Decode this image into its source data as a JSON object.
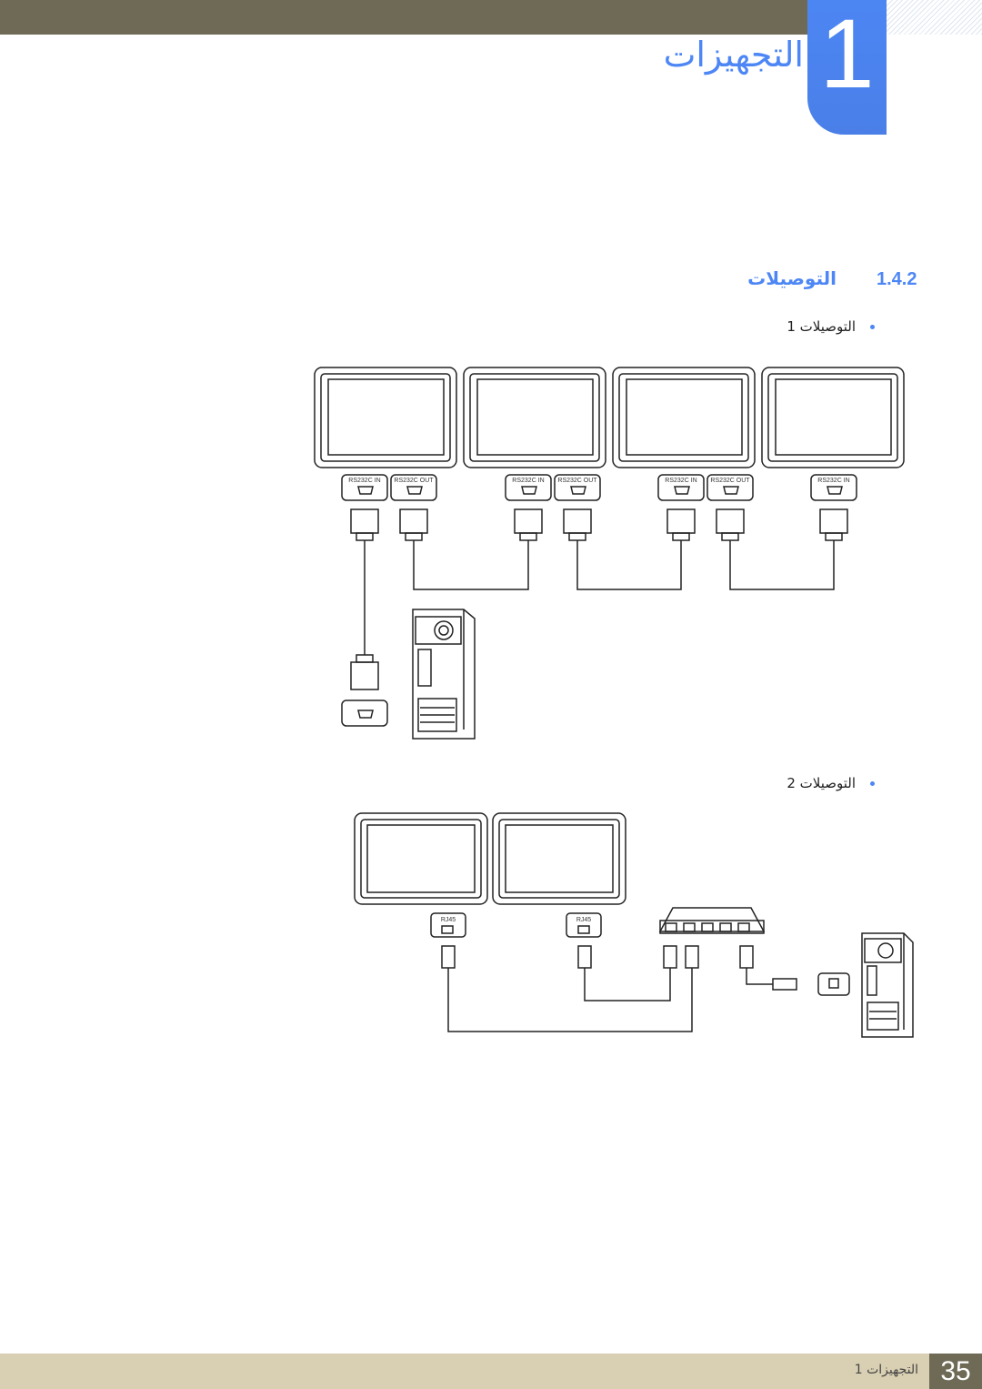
{
  "header": {
    "chapter_number": "1",
    "chapter_title": "التجهيزات"
  },
  "section": {
    "number": "1.4.2",
    "title": "التوصيلات"
  },
  "bullets": [
    "التوصيلات 1",
    "التوصيلات 2"
  ],
  "diagram1": {
    "ports": [
      "RS232C IN",
      "RS232C OUT",
      "RS232C IN",
      "RS232C OUT",
      "RS232C IN",
      "RS232C OUT",
      "RS232C IN"
    ]
  },
  "diagram2": {
    "ports": [
      "RJ45",
      "RJ45"
    ]
  },
  "footer": {
    "page_number": "35",
    "label": "التجهيزات 1"
  },
  "colors": {
    "accent": "#4d86f5",
    "bar": "#6e6a55",
    "footer": "#d9cfb2"
  }
}
